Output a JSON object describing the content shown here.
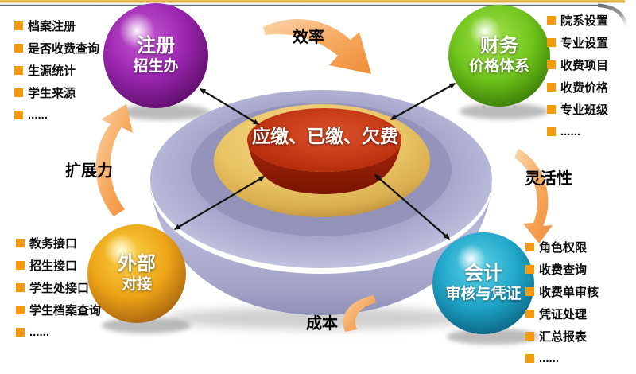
{
  "colors": {
    "bullet_orange": "#F59A0D",
    "swoosh_orange": "#F0953F",
    "connector_black": "#111111",
    "bowl_lavender": "#A9A9CE",
    "ring_gold": "#E8C566",
    "core_red": "#C23412",
    "sphere_purple": "#9C27B0",
    "sphere_green": "#6FC41C",
    "sphere_gold": "#EDA416",
    "sphere_teal": "#1FA6C9",
    "border_gold": "#D9A93A"
  },
  "center": {
    "label": "应缴、已缴、欠费"
  },
  "spheres": {
    "registration": {
      "line1": "注册",
      "line2": "招生办"
    },
    "finance": {
      "line1": "财务",
      "line2": "价格体系"
    },
    "external": {
      "line1": "外部",
      "line2": "对接"
    },
    "accounting": {
      "line1": "会计",
      "line2": "审核与凭证"
    }
  },
  "factors": {
    "top": "效率",
    "left": "扩展力",
    "right": "灵活性",
    "bottom": "成本"
  },
  "lists": {
    "top_left": {
      "items": [
        "档案注册",
        "是否收费查询",
        "生源统计",
        "学生来源",
        "......"
      ]
    },
    "bottom_left": {
      "items": [
        "教务接口",
        "招生接口",
        "学生处接口",
        "学生档案查询",
        "......"
      ]
    },
    "top_right": {
      "items": [
        "院系设置",
        "专业设置",
        "收费项目",
        "收费价格",
        "专业班级",
        "......"
      ]
    },
    "bottom_right": {
      "items": [
        "角色权限",
        "收费查询",
        "收费单审核",
        "凭证处理",
        "汇总报表",
        "......"
      ]
    }
  }
}
